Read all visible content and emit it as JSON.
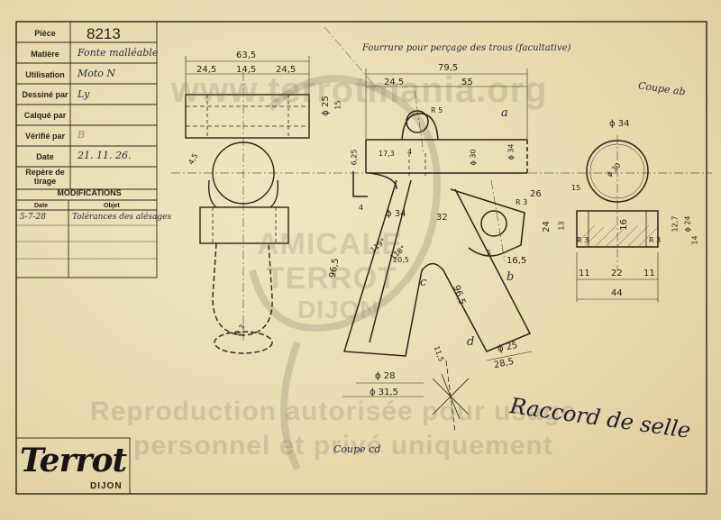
{
  "title_block": {
    "rows": [
      {
        "label": "Pièce",
        "value": ""
      },
      {
        "label": "Matière",
        "value": "Fonte malléable"
      },
      {
        "label": "Utilisation",
        "value": "Moto N"
      },
      {
        "label": "Dessiné par",
        "value": "Ly"
      },
      {
        "label": "Calqué par",
        "value": ""
      },
      {
        "label": "Vérifié par",
        "value": "B"
      },
      {
        "label": "Date",
        "value": "21. 11. 26."
      },
      {
        "label": "Repère de tirage",
        "value": ""
      }
    ],
    "piece_number": "8213",
    "modifications": {
      "title": "MODIFICATIONS",
      "date_header": "Date",
      "object_header": "Objet",
      "entries": [
        {
          "date": "5-7-28",
          "object": "Tolérances des alésages"
        }
      ]
    }
  },
  "logo": {
    "brand": "Terrot",
    "city": "DIJON"
  },
  "watermark": {
    "site": "www.terrotmania.org",
    "line1": "Reproduction autorisée pour usage",
    "line2": "personnel et privé uniquement",
    "club_line1": "AMICALE",
    "club_line2": "TERROT",
    "club_line3": "DIJON"
  },
  "drawing": {
    "part_title": "Raccord de selle",
    "note_top": "Fourrure pour perçage des trous (facultative)",
    "section_ab": "Coupe ab",
    "section_cd": "Coupe cd",
    "dimensions": {
      "left_overall": "63,5",
      "left_a": "24,5",
      "left_b": "14,5",
      "left_c": "24,5",
      "left_d": "ϕ 25",
      "left_e": "15",
      "left_h": "4,5",
      "left_r": "R 3",
      "center_overall": "79,5",
      "center_a": "24,5",
      "center_b": "55",
      "center_r": "R 5",
      "center_c": "17,3",
      "center_d": "4",
      "center_e": "6,25",
      "center_f": "ϕ 34",
      "center_g": "32",
      "center_h": "20,5",
      "center_i": "96,5",
      "center_j": "96,5",
      "center_k": "11,5",
      "center_l": "16,5",
      "center_m": "26",
      "center_n": "5",
      "center_o": "ϕ 34",
      "center_p": "ϕ 30",
      "center_q": "4",
      "center_r2": "R 3",
      "bottom_a": "ϕ 28",
      "bottom_b": "ϕ 31,5",
      "bottom_c": "ϕ 25",
      "bottom_d": "28,5",
      "angle_a": "119°",
      "angle_b": "118°",
      "letter_a": "a",
      "letter_b": "b",
      "letter_c": "c",
      "letter_d": "d",
      "right_top": "ϕ 34",
      "right_inner": "ϕ 30",
      "right_h": "15",
      "right_a": "24",
      "right_b": "13",
      "right_c": "16",
      "right_d": "12,7",
      "right_e": "ϕ 24",
      "right_f": "14",
      "right_g": "11",
      "right_h2": "22",
      "right_i": "11",
      "right_total": "44",
      "right_r": "R 3",
      "right_r2": "R 3"
    }
  },
  "colors": {
    "paper": "#e9dcb5",
    "ink": "#2a2418",
    "pencil": "#2b2a40",
    "watermark": "#7a6e5a"
  }
}
